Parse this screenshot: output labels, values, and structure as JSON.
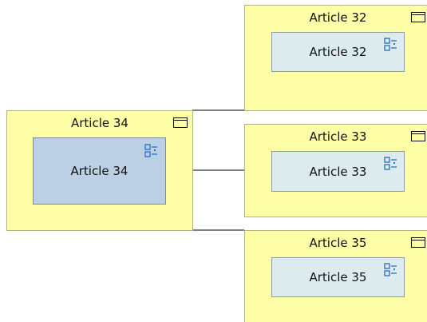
{
  "nodes": {
    "a32": {
      "title": "Article 32",
      "inner_label": "Article 32"
    },
    "a34": {
      "title": "Article 34",
      "inner_label": "Article 34"
    },
    "a33": {
      "title": "Article 33",
      "inner_label": "Article 33"
    },
    "a35": {
      "title": "Article 35",
      "inner_label": "Article 35"
    }
  },
  "colors": {
    "group_fill": "#ffffa8",
    "inner_selected_fill": "#bcd0e5",
    "inner_fill": "#dcecee",
    "icon_blue": "#2a6fbe"
  },
  "icons": {
    "group": "window-icon",
    "inner": "list-items-icon"
  }
}
